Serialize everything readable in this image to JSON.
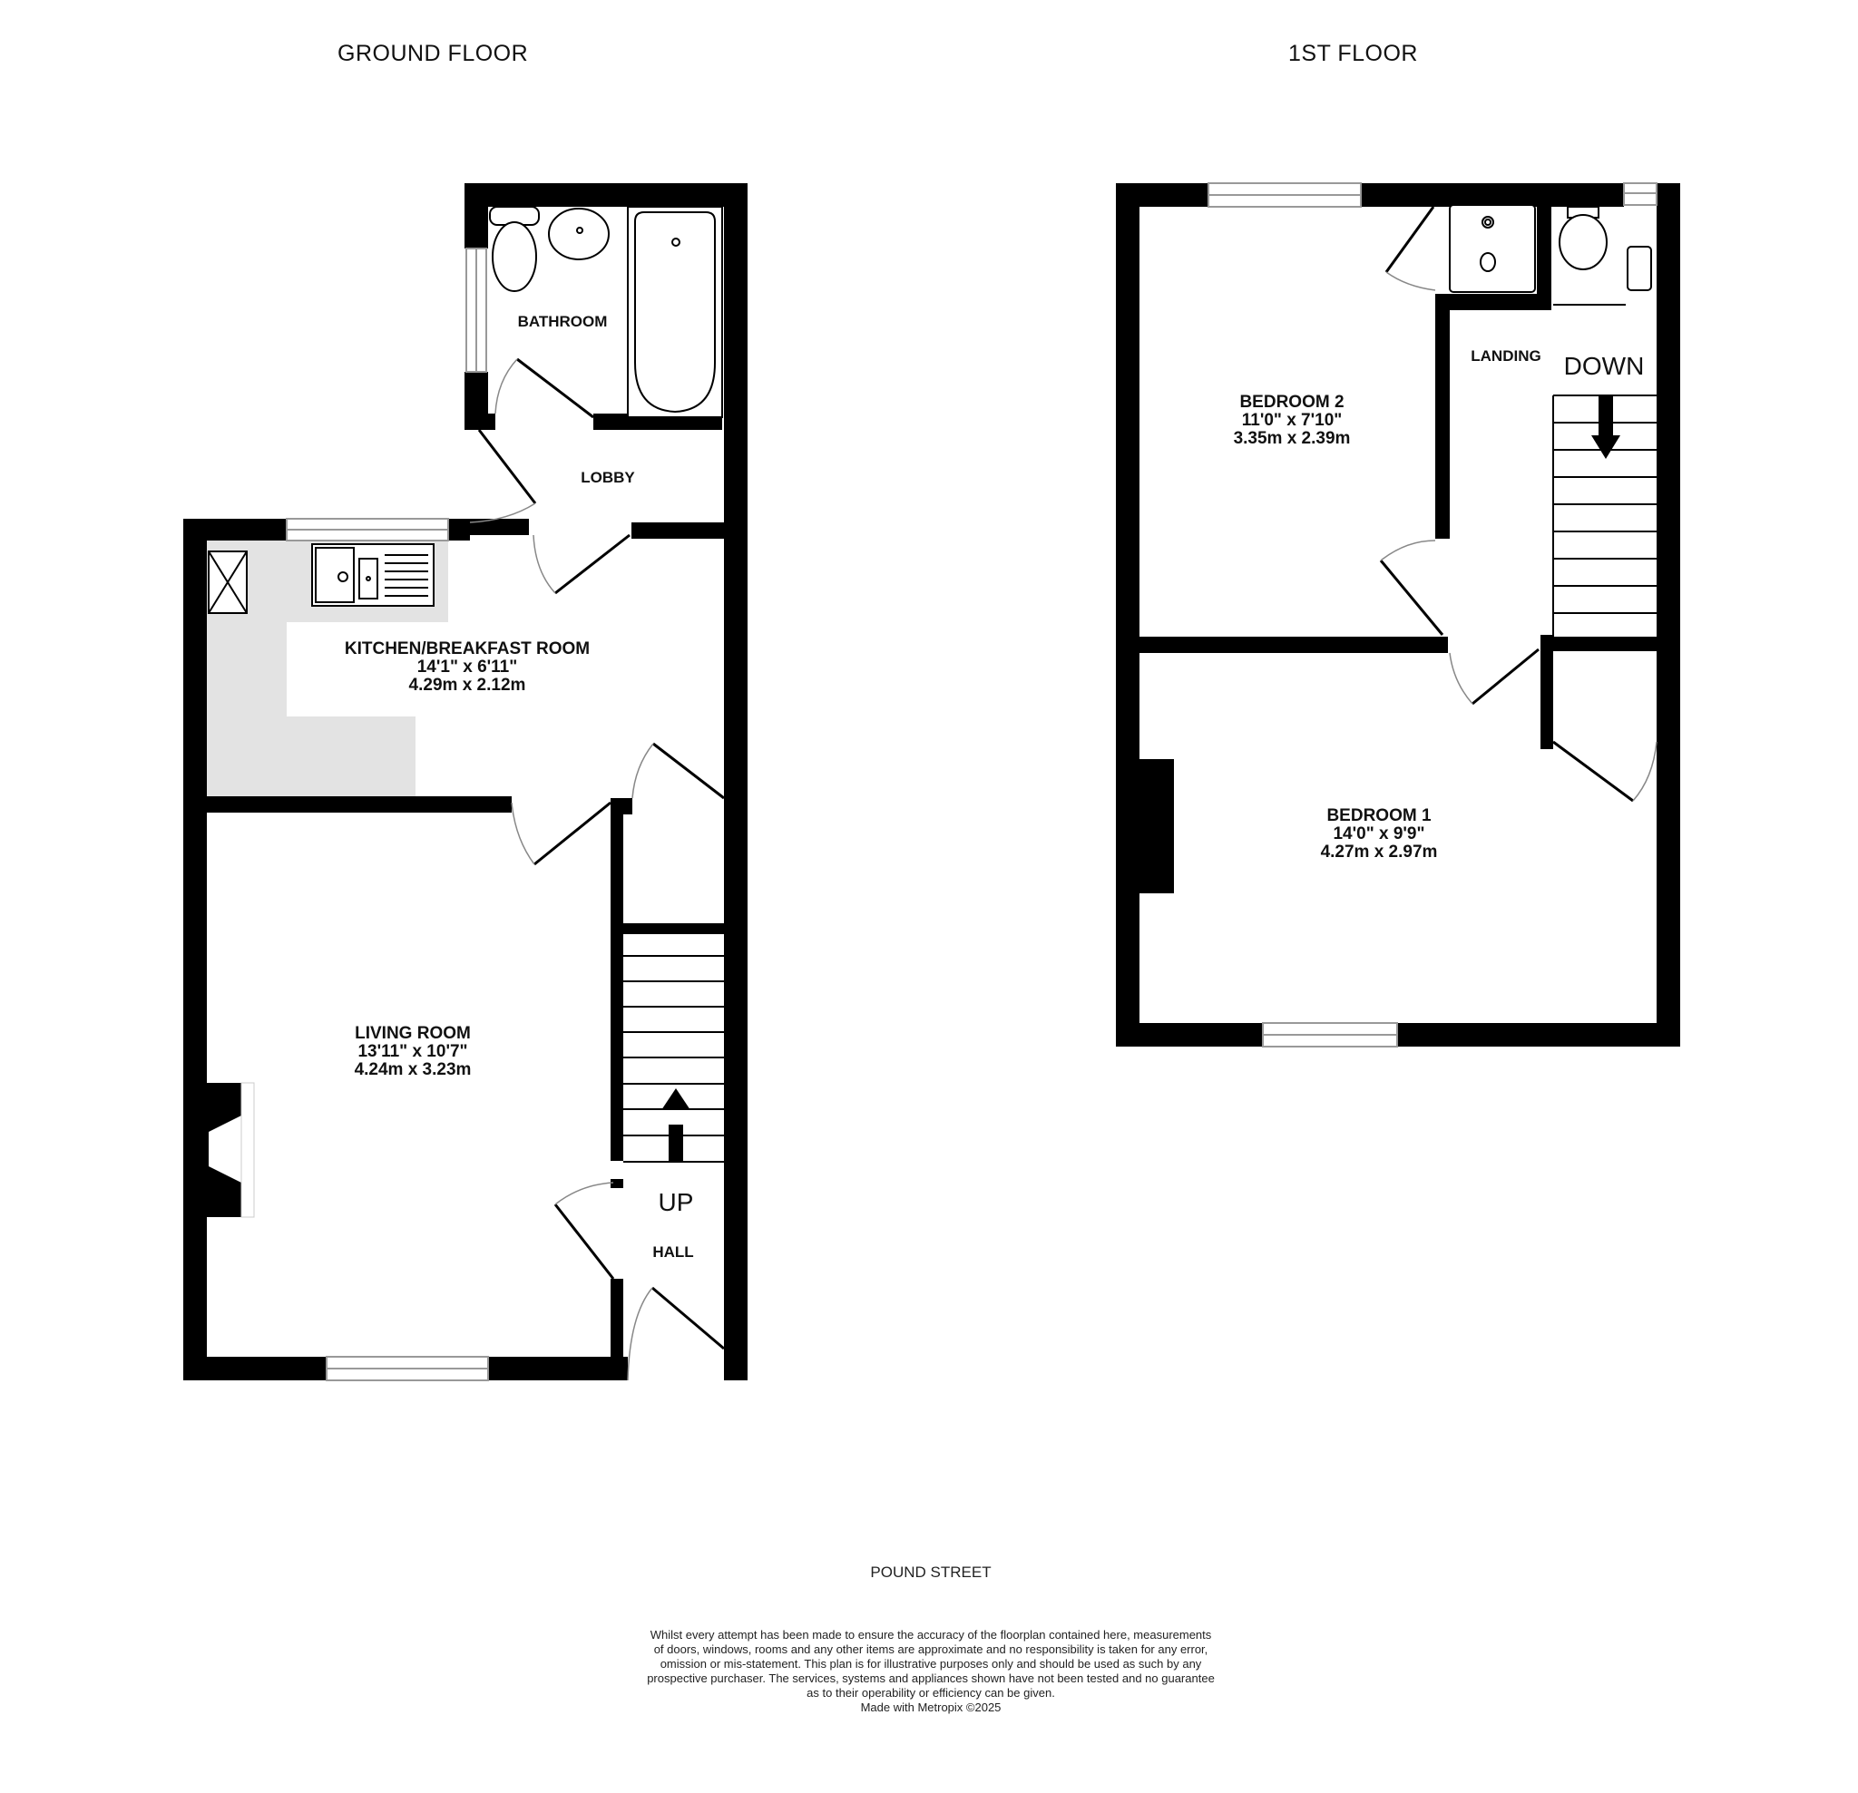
{
  "floors": [
    {
      "title": "GROUND FLOOR",
      "rooms": [
        {
          "name": "BATHROOM",
          "imperial": "",
          "metric": ""
        },
        {
          "name": "LOBBY",
          "imperial": "",
          "metric": ""
        },
        {
          "name": "KITCHEN/BREAKFAST ROOM",
          "imperial": "14'1\"  x 6'11\"",
          "metric": "4.29m  x 2.12m"
        },
        {
          "name": "LIVING ROOM",
          "imperial": "13'11\"  x 10'7\"",
          "metric": "4.24m  x 3.23m"
        },
        {
          "name": "HALL",
          "imperial": "",
          "metric": ""
        }
      ],
      "stairs_label": "UP"
    },
    {
      "title": "1ST FLOOR",
      "rooms": [
        {
          "name": "BEDROOM 2",
          "imperial": "11'0\"  x 7'10\"",
          "metric": "3.35m  x 2.39m"
        },
        {
          "name": "LANDING",
          "imperial": "",
          "metric": ""
        },
        {
          "name": "BEDROOM 1",
          "imperial": "14'0\"  x 9'9\"",
          "metric": "4.27m  x 2.97m"
        }
      ],
      "stairs_label": "DOWN"
    }
  ],
  "street": "POUND STREET",
  "disclaimer": [
    "Whilst every attempt has been made to ensure the accuracy of the floorplan contained here, measurements",
    "of doors, windows, rooms and any other items are approximate and no responsibility is taken for any error,",
    "omission or mis-statement. This plan is for illustrative purposes only and should be used as such by any",
    "prospective purchaser. The services, systems and appliances shown have not been tested and no guarantee",
    "as to their operability or efficiency can be given.",
    "Made with Metropix ©2025"
  ],
  "colors": {
    "wall": "#000000",
    "kitchen_worktop": "#e3e3e3",
    "window": "#999999",
    "background": "#ffffff"
  }
}
